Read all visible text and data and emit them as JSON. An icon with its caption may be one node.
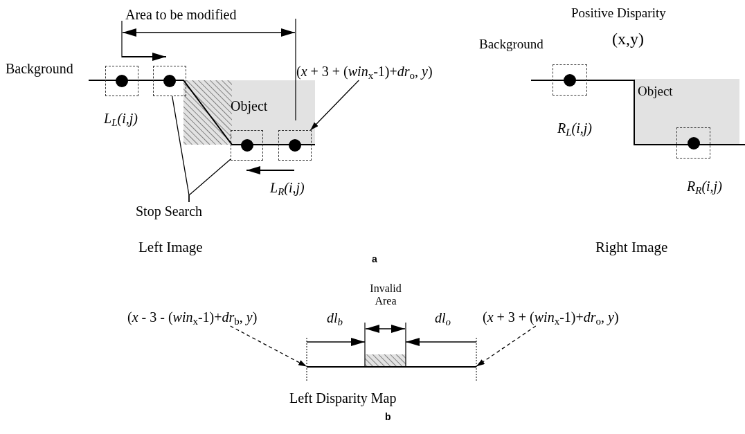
{
  "diagram": {
    "nodes": [
      {
        "text": [],
        "shape": "box",
        "beside": [
          "L$_{L}$(i,j)"
        ]
      },
      {
        "text": [],
        "shape": "box"
      },
      {
        "text": [],
        "shape": "box"
      },
      {
        "text": [],
        "shape": "box",
        "beside": [
          "L$_{R}$(i,j)"
        ]
      },
      {
        "text": [
          "Stop Search"
        ]
      },
      {
        "text": [
          "(*x* + 3 + (*win*$_{x}$-1)+*dr*$_{o}$, *y*)"
        ]
      },
      {
        "text": [],
        "shape": "box",
        "beside": [
          "R$_{L}$(i,j)"
        ]
      },
      {
        "text": [],
        "shape": "box",
        "beside": [
          "R$_{R}$(i,j)"
        ]
      },
      {
        "text": [
          "(*x* - 3 - (*win*$_{x}$-1)+*dr*$_{b}$, *y*)"
        ]
      },
      {
        "text": [
          "(*x* + 3 + (*win*$_{x}$-1)+*dr*$_{o}$, *y*)"
        ]
      },
      {
        "text": [],
        "shape": "bar"
      }
    ],
    "edges": [
      {
        "from": 4,
        "to": 1,
        "arrow": "none"
      },
      {
        "from": 4,
        "to": 2,
        "arrow": "none"
      },
      {
        "from": 5,
        "to": 3,
        "arrow": "to"
      },
      {
        "from": 8,
        "to": 10,
        "arrow": "to",
        "style": "dashed"
      },
      {
        "from": 9,
        "to": 10,
        "arrow": "to",
        "style": "dashed"
      }
    ],
    "labels": [
      "Area to be modified",
      "Background",
      "Object",
      "Left Image",
      "a",
      "Positive Disparity",
      "(x,y)",
      "Background",
      "Object",
      "Right Image",
      "Invalid Area",
      "dl$_{b}$",
      "dl$_{o}$",
      "Left Disparity Map",
      "b"
    ]
  }
}
